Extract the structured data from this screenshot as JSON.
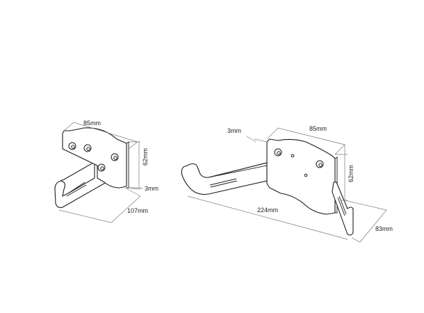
{
  "drawing": {
    "subject": "Wall-mount bracket, two views",
    "colors": {
      "background": "#ffffff",
      "line": "#1a1a1a",
      "dimension": "#7a7a7a"
    }
  },
  "small_bracket": {
    "dimensions": {
      "width": "85mm",
      "height": "62mm",
      "thickness": "3mm",
      "depth": "107mm"
    }
  },
  "large_bracket": {
    "dimensions": {
      "thickness": "3mm",
      "width": "85mm",
      "height": "62mm",
      "length": "224mm",
      "depth": "83mm"
    }
  }
}
